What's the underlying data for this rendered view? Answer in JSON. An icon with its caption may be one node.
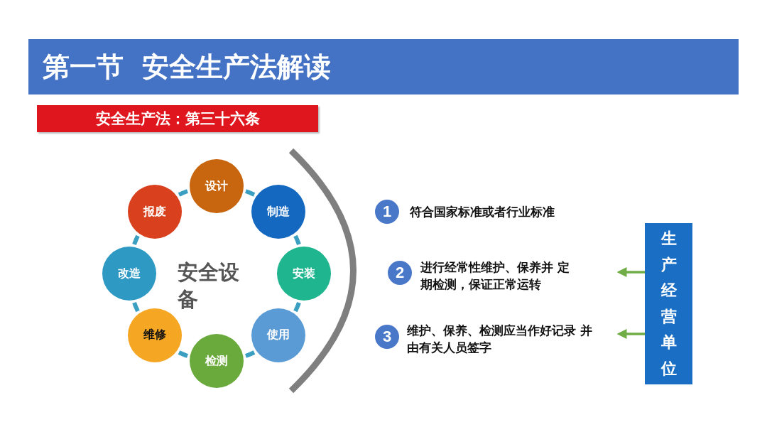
{
  "diagram": {
    "title": "第一节  安全生产法解读",
    "nodes": [
      {
        "text": [
          "安全生产法：第三十六条"
        ]
      },
      {
        "text": [
          "设计"
        ]
      },
      {
        "text": [
          "制造"
        ]
      },
      {
        "text": [
          "安装"
        ]
      },
      {
        "text": [
          "使用"
        ]
      },
      {
        "text": [
          "检测"
        ]
      },
      {
        "text": [
          "维修"
        ]
      },
      {
        "text": [
          "改造"
        ]
      },
      {
        "text": [
          "报废"
        ]
      },
      {
        "text": [
          "1"
        ],
        "beside": [
          "符合国家标准或者行业标准"
        ]
      },
      {
        "text": [
          "2"
        ],
        "beside": [
          "进行经常性维护、保养并 定期检测，保证正常运转"
        ]
      },
      {
        "text": [
          "3"
        ],
        "beside": [
          "维护、保养、检测应当作好记录 并由有关人员签字"
        ]
      },
      {
        "text": [
          "生产经营单位"
        ]
      }
    ],
    "edges": [
      {
        "from": 1,
        "to": 2,
        "arrow": "none"
      },
      {
        "from": 2,
        "to": 3,
        "arrow": "none"
      },
      {
        "from": 3,
        "to": 4,
        "arrow": "none"
      },
      {
        "from": 4,
        "to": 5,
        "arrow": "none"
      },
      {
        "from": 5,
        "to": 6,
        "arrow": "none"
      },
      {
        "from": 6,
        "to": 7,
        "arrow": "none"
      },
      {
        "from": 7,
        "to": 8,
        "arrow": "none"
      },
      {
        "from": 8,
        "to": 1,
        "arrow": "none"
      },
      {
        "from": 12,
        "to": null,
        "arrow": "to",
        "color": "#70ad47"
      },
      {
        "from": 12,
        "to": null,
        "arrow": "to",
        "color": "#70ad47"
      }
    ],
    "labels": [
      "安全设备"
    ]
  }
}
